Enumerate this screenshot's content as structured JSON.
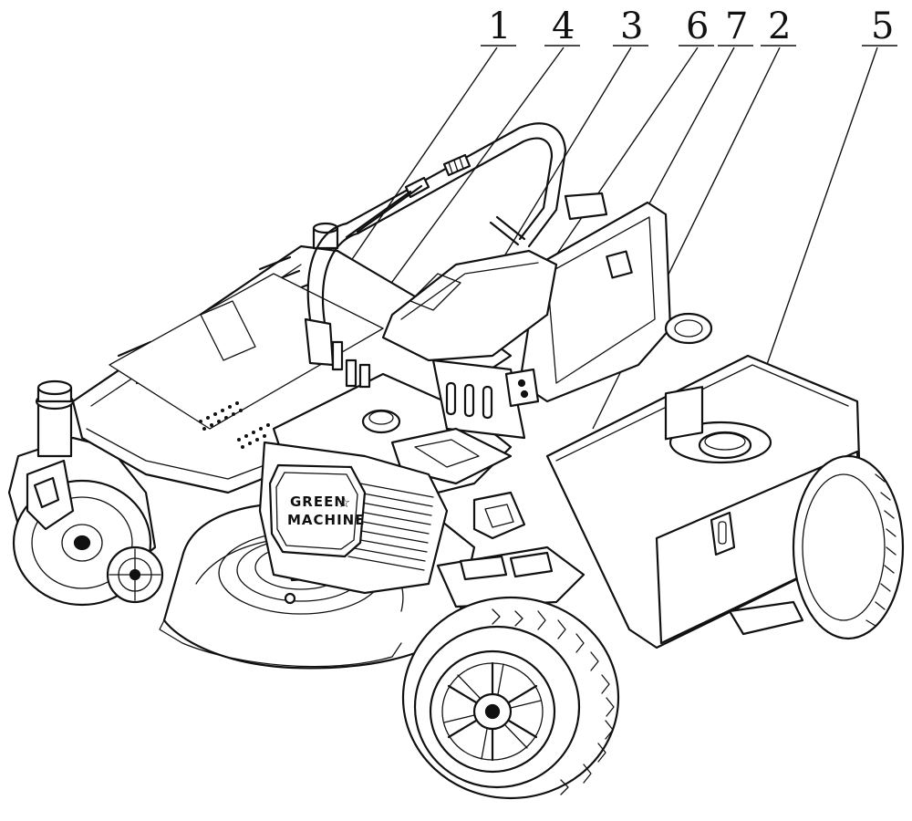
{
  "figure": {
    "callouts": [
      {
        "id": "1",
        "label": "1"
      },
      {
        "id": "4",
        "label": "4"
      },
      {
        "id": "3",
        "label": "3"
      },
      {
        "id": "6",
        "label": "6"
      },
      {
        "id": "7",
        "label": "7"
      },
      {
        "id": "2",
        "label": "2"
      },
      {
        "id": "5",
        "label": "5"
      }
    ],
    "badge": {
      "line1": "GREEN",
      "line2": "MACHINE"
    },
    "colors": {
      "line": "#111111",
      "background": "#ffffff"
    }
  }
}
